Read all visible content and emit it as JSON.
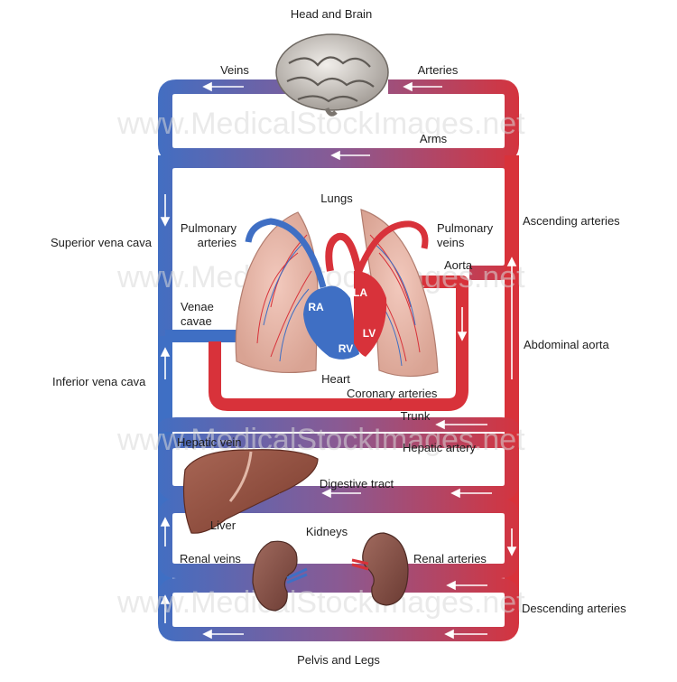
{
  "diagram": {
    "organs": {
      "head": "Head and Brain",
      "arms": "Arms",
      "lungs": "Lungs",
      "heart": "Heart",
      "liver": "Liver",
      "kidneys": "Kidneys",
      "trunk": "Trunk",
      "digestive_tract": "Digestive tract",
      "pelvis_legs": "Pelvis and Legs"
    },
    "vessels": {
      "veins": "Veins",
      "arteries": "Arteries",
      "superior_vena_cava": "Superior vena cava",
      "inferior_vena_cava": "Inferior vena cava",
      "ascending_arteries": "Ascending arteries",
      "abdominal_aorta": "Abdominal aorta",
      "descending_arteries": "Descending arteries",
      "pulmonary_arteries": [
        "Pulmonary",
        "arteries"
      ],
      "pulmonary_veins": [
        "Pulmonary",
        "veins"
      ],
      "aorta": "Aorta",
      "venae_cavae": [
        "Venae",
        "cavae"
      ],
      "coronary_arteries": "Coronary arteries",
      "hepatic_vein": "Hepatic vein",
      "hepatic_artery": "Hepatic artery",
      "renal_veins": "Renal veins",
      "renal_arteries": "Renal arteries"
    },
    "chambers": {
      "ra": "RA",
      "rv": "RV",
      "la": "LA",
      "lv": "LV"
    },
    "watermark": "www.MedicalStockImages.net",
    "colors": {
      "vein": "#3f6fc4",
      "artery": "#d8323a",
      "arrow": "#ffffff"
    }
  }
}
